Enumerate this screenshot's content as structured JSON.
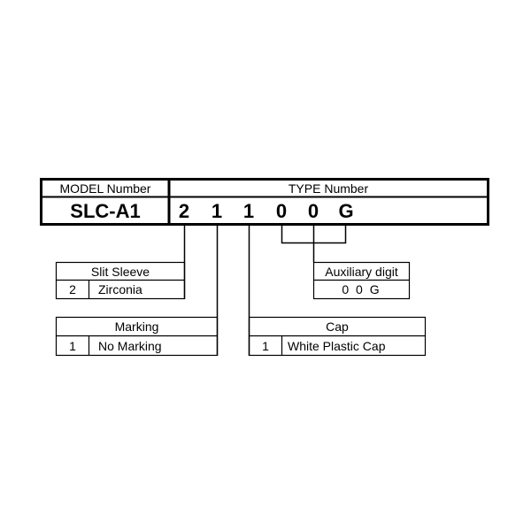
{
  "header": {
    "model_label": "MODEL Number",
    "model_value": "SLC-A1",
    "type_label": "TYPE Number",
    "type_digits": [
      "2",
      "1",
      "1",
      "0",
      "0",
      "G"
    ]
  },
  "slit_sleeve": {
    "title": "Slit Sleeve",
    "code": "2",
    "value": "Zirconia"
  },
  "marking": {
    "title": "Marking",
    "code": "1",
    "value": "No Marking"
  },
  "cap": {
    "title": "Cap",
    "code": "1",
    "value": "White Plastic Cap"
  },
  "auxiliary": {
    "title": "Auxiliary digit",
    "value": "0 0 G"
  }
}
